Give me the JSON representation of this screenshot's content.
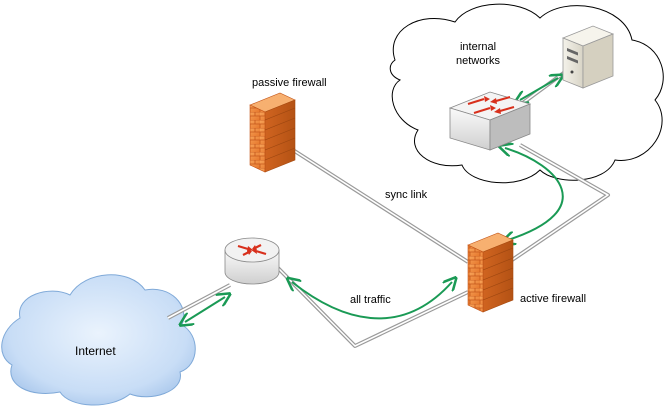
{
  "labels": {
    "internal_networks_line1": "internal",
    "internal_networks_line2": "networks",
    "passive_firewall": "passive firewall",
    "sync_link": "sync link",
    "all_traffic": "all traffic",
    "active_firewall": "active firewall",
    "internet": "Internet"
  },
  "colors": {
    "cloud_fill": "#ffffff",
    "cloud_stroke": "#000000",
    "internet_fill": "#c7dcf5",
    "internet_stroke": "#7fa9d8",
    "firewall_brick": "#f08a3c",
    "arrow_green": "#1a9a55",
    "link_gray": "#9a9a9a",
    "router_red": "#d8301c"
  },
  "icons": [
    "server-icon",
    "switch-icon",
    "router-icon",
    "firewall-icon"
  ]
}
